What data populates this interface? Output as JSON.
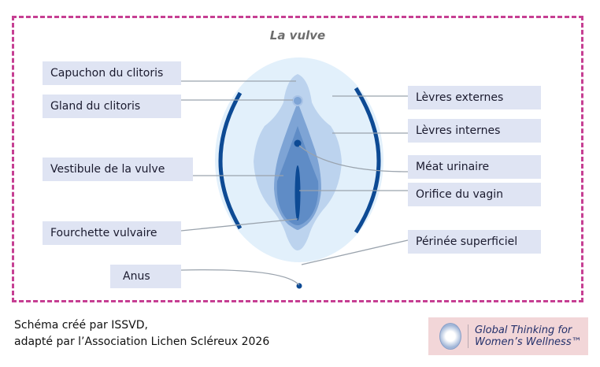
{
  "title": "La vulve",
  "labels_left": [
    {
      "text": "Capuchon du clitoris"
    },
    {
      "text": "Gland du clitoris"
    },
    {
      "text": "Vestibule de la vulve"
    },
    {
      "text": "Fourchette vulvaire"
    },
    {
      "text": "Anus"
    }
  ],
  "labels_right": [
    {
      "text": "Lèvres externes"
    },
    {
      "text": "Lèvres internes"
    },
    {
      "text": "Méat urinaire"
    },
    {
      "text": "Orifice du vagin"
    },
    {
      "text": "Périnée superficiel"
    }
  ],
  "caption": {
    "line1": "Schéma créé par ISSVD,",
    "line2": "adapté par l’Association Lichen Scléreux 2026"
  },
  "logo": {
    "line1": "Global Thinking for",
    "line2": "Women’s Wellness™"
  },
  "colors": {
    "border": "#c63f93",
    "label_bg": "#dfe4f3",
    "outer": "#e2f0fb",
    "labia_majora": "#bcd3ee",
    "labia_minora": "#8fb0db",
    "vestibule": "#6a94cb",
    "dark": "#0d4a94"
  }
}
